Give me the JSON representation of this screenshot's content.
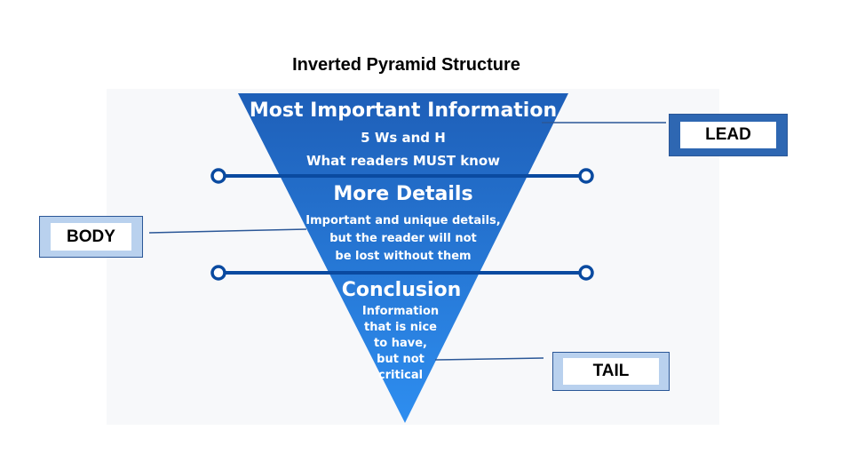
{
  "title": "Inverted Pyramid Structure",
  "pyramid": {
    "top": {
      "heading": "Most Important Information",
      "line1": "5 Ws and H",
      "line2": "What readers MUST know"
    },
    "middle": {
      "heading": "More Details",
      "line1": "Important and unique details,",
      "line2": "but the reader will not",
      "line3": "be lost without them"
    },
    "bottom": {
      "heading": "Conclusion",
      "line1": "Information",
      "line2": "that is nice",
      "line3": "to have,",
      "line4": "but not",
      "line5": "critical"
    }
  },
  "labels": {
    "lead": "LEAD",
    "body": "BODY",
    "tail": "TAIL"
  },
  "colors": {
    "pyramid_top": "#1e5fb8",
    "pyramid_bottom": "#2e8ef0",
    "divider": "#0a4aa0",
    "lead_frame": "#2e67b2",
    "body_tail_frame": "#b9d1ee"
  }
}
